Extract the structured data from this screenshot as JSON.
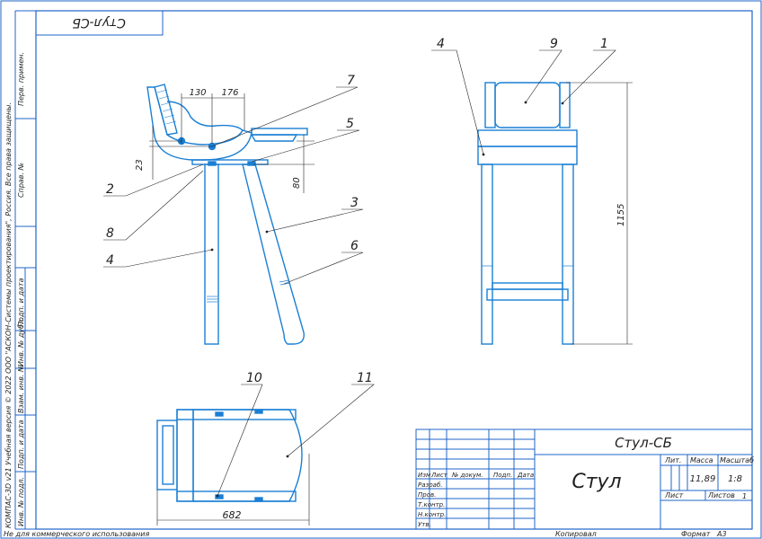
{
  "drawing": {
    "stamp_code": "Стул-СБ",
    "title_code": "Стул-СБ",
    "title_name": "Стул",
    "mass": "11,89",
    "scale": "1:8",
    "sheet_total": "1",
    "format": "A3",
    "format_label": "Формат",
    "copied_label": "Копировал",
    "noncommercial": "Не для коммерческого использования",
    "colors": {
      "part": "#1a7fd4",
      "frame": "#1f64c8",
      "line": "#222222"
    }
  },
  "title_block": {
    "col_headers": {
      "izm": "Изм",
      "list": "Лист",
      "doc": "№ докум.",
      "sign": "Подп.",
      "date": "Дата"
    },
    "rows": {
      "razrab": "Разраб.",
      "prov": "Пров.",
      "tkontr": "Т.контр.",
      "nkontr": "Н.контр.",
      "utv": "Утв."
    },
    "lit": "Лит.",
    "massa": "Масса",
    "masshtab": "Масштаб",
    "list_lbl": "Лист",
    "listov_lbl": "Листов"
  },
  "side_strip": [
    "Перв. примен.",
    "Справ. №",
    "КОМПАС-3D v21 Учебная версия © 2022 ООО \"АСКОН-Системы проектирования\", Россия. Все права защищены.",
    "Подп. и дата",
    "Инв. № дубл.",
    "Взам. инв. №",
    "Подп. и дата",
    "Инв. № подл."
  ],
  "dimensions": {
    "d130": "130",
    "d176": "176",
    "d23": "23",
    "d80": "80",
    "d1155": "1155",
    "d682": "682"
  },
  "callouts": [
    "1",
    "2",
    "3",
    "4",
    "4",
    "5",
    "6",
    "7",
    "8",
    "9",
    "10",
    "11"
  ]
}
